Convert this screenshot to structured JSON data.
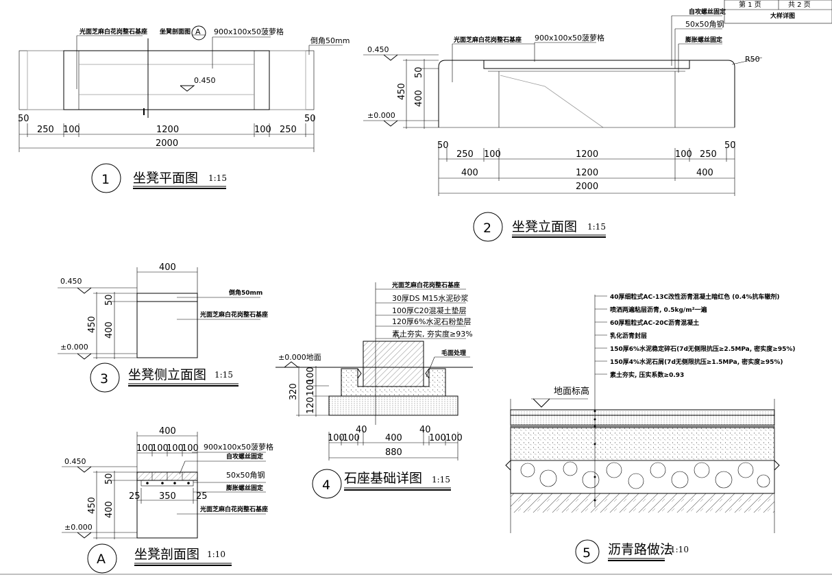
{
  "title_block": {
    "page_label": "第 1 页",
    "total_label": "共 2 页",
    "drawing_name": "大样详图"
  },
  "views": {
    "plan": {
      "num": "1",
      "title": "坐凳平面图",
      "scale": "1:15",
      "labels": {
        "stone": "光面芝麻白花岗整石基座",
        "section": "坐凳剖面图",
        "section_mark": "A",
        "wood": "900x100x50菠萝格",
        "chamfer": "倒角50mm",
        "level": "0.450"
      },
      "dims": {
        "d50a": "50",
        "d250a": "250",
        "d100a": "100",
        "d1200": "1200",
        "d100b": "100",
        "d250b": "250",
        "d50b": "50",
        "d2000": "2000"
      }
    },
    "elevation": {
      "num": "2",
      "title": "坐凳立面图",
      "scale": "1:15",
      "labels": {
        "stone": "光面芝麻白花岗整石基座",
        "wood": "900x100x50菠萝格",
        "screw": "自攻螺丝固定",
        "angle": "50x50角钢",
        "bolt": "膨胀螺丝固定",
        "radius": "R50",
        "level_top": "0.450",
        "level_zero": "±0.000",
        "h450": "450",
        "h50": "50",
        "h400": "400"
      },
      "dims": {
        "d50a": "50",
        "d250a": "250",
        "d100a": "100",
        "d1200a": "1200",
        "d100b": "100",
        "d250b": "250",
        "d50b": "50",
        "d400a": "400",
        "d1200b": "1200",
        "d400b": "400",
        "d2000": "2000"
      }
    },
    "side": {
      "num": "3",
      "title": "坐凳侧立面图",
      "scale": "1:15",
      "labels": {
        "w400": "400",
        "chamfer": "倒角50mm",
        "stone": "光面芝麻白花岗整石基座",
        "level_top": "0.450",
        "level_zero": "±0.000",
        "h450": "450",
        "h50": "50",
        "h400": "400"
      }
    },
    "section": {
      "num": "A",
      "title": "坐凳剖面图",
      "scale": "1:10",
      "labels": {
        "w400": "400",
        "wood": "900x100x50菠萝格",
        "screw": "自攻螺丝固定",
        "angle": "50x50角钢",
        "bolt": "膨胀螺丝固定",
        "stone": "光面芝麻白花岗整石基座",
        "level_top": "0.450",
        "level_zero": "±0.000",
        "h450": "450",
        "h50": "50",
        "h400": "400",
        "d100a": "100",
        "d100b": "100",
        "d100c": "100",
        "d100d": "100",
        "d25a": "25",
        "d350": "350",
        "d25b": "25"
      }
    },
    "foundation": {
      "num": "4",
      "title": "石座基础详图",
      "scale": "1:15",
      "layers": [
        "光面芝麻白花岗整石基座",
        "30厚DS M15水泥砂浆",
        "100厚C20混凝土垫层",
        "120厚6%水泥石粉垫层",
        "素土夯实, 夯实度≥93%"
      ],
      "labels": {
        "rough": "毛面处理",
        "ground": "±0.000地面",
        "h320": "320",
        "h100a": "100",
        "h100b": "100",
        "h120": "120"
      },
      "dims": {
        "d100a": "100",
        "d100b": "100",
        "d40a": "40",
        "d400": "400",
        "d40b": "40",
        "d100c": "100",
        "d100d": "100",
        "d880": "880"
      }
    },
    "asphalt": {
      "num": "5",
      "title": "沥青路做法",
      "scale": "1:10",
      "layers": [
        "40厚细粒式AC-13C改性沥青混凝土暗红色 (0.4%抗车辙剂)",
        "喷洒两遍粘层沥青, 0.5kg/m²一遍",
        "60厚粗粒式AC-20C沥青混凝土",
        "乳化沥青封层",
        "150厚6%水泥稳定碎石(7d无侧限抗压≥2.5MPa, 密实度≥95%)",
        "150厚4%水泥石屑(7d无侧限抗压≥1.5MPa, 密实度≥95%)",
        "素土夯实, 压实系数≥0.93"
      ],
      "labels": {
        "ground": "地面标高"
      }
    }
  }
}
